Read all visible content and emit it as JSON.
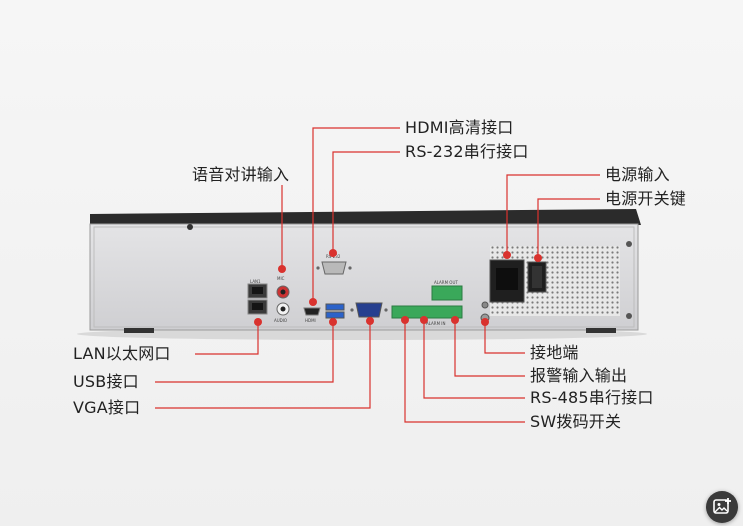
{
  "labels": {
    "hdmi": "HDMI高清接口",
    "rs232": "RS-232串行接口",
    "audio_in": "语音对讲输入",
    "power_in": "电源输入",
    "power_switch": "电源开关键",
    "lan": "LAN以太网口",
    "usb": "USB接口",
    "vga": "VGA接口",
    "ground": "接地端",
    "alarm_io": "报警输入输出",
    "rs485": "RS-485串行接口",
    "sw_dip": "SW拨码开关"
  },
  "panel_marks": {
    "lan": "LAN1",
    "rs232": "RS-232",
    "mic": "MIC",
    "audio": "AUDIO",
    "hdmi": "HDMI",
    "alarm_out": "ALARM OUT",
    "alarm_in": "ALARM IN"
  },
  "colors": {
    "leader_line": "#d9322e",
    "device_top": "#2b2b2b",
    "device_panel": "#d8d8da"
  },
  "floating_button": {
    "icon": "image-add-icon"
  }
}
